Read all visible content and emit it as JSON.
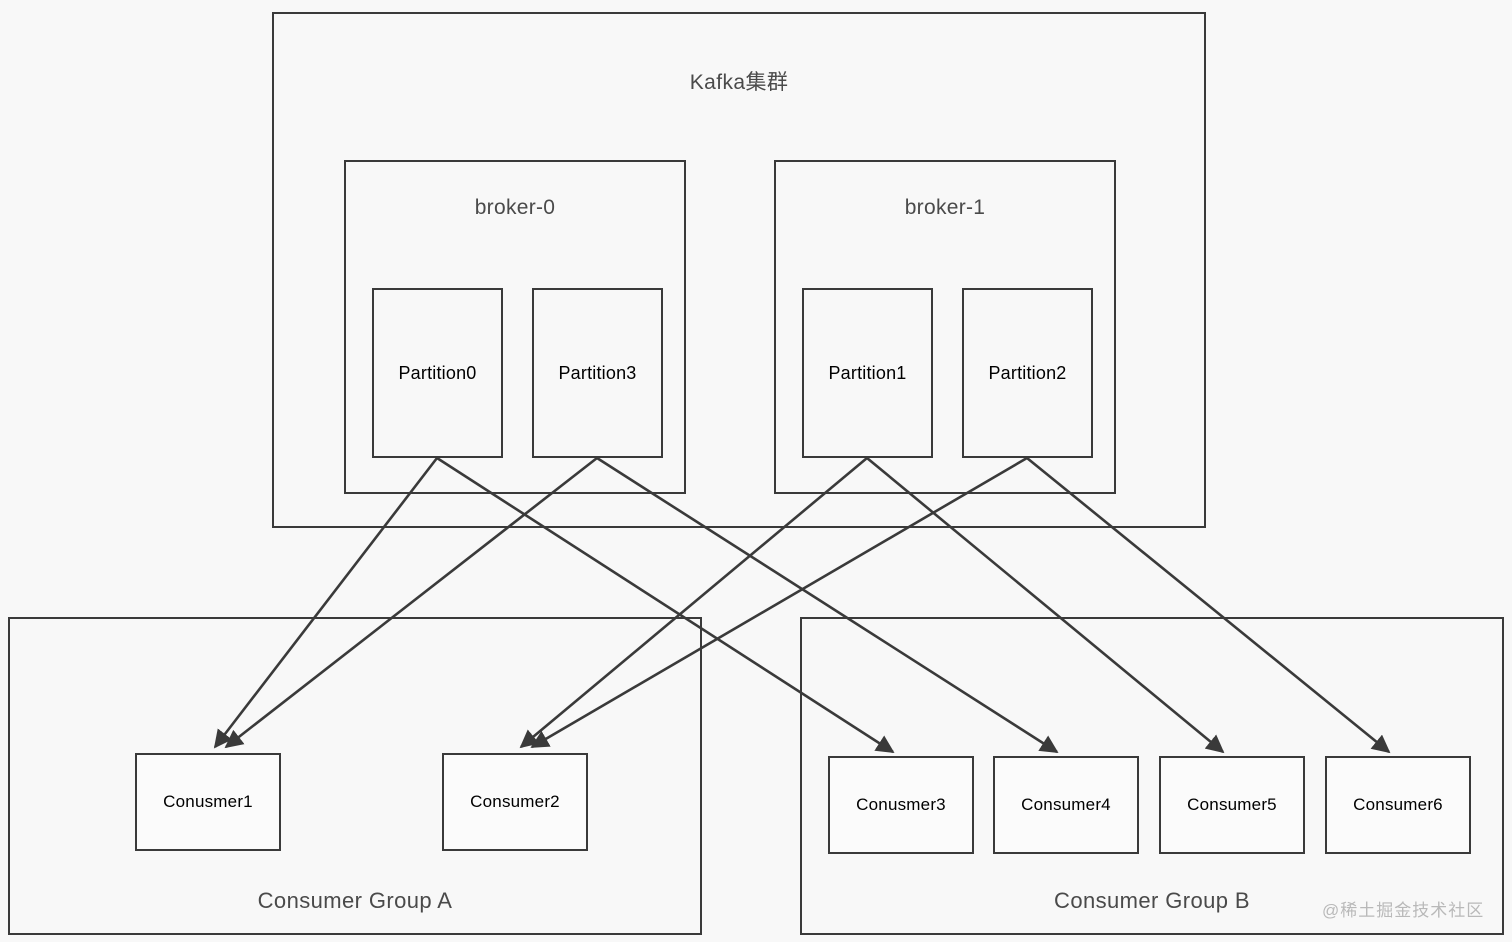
{
  "diagram": {
    "background_color": "#f8f8f8",
    "stroke_color": "#3a3a3a",
    "text_color": "#4a4a4a",
    "title": "Kafka集群"
  },
  "cluster": {
    "label": "Kafka集群",
    "brokers": [
      {
        "label": "broker-0",
        "partitions": [
          {
            "label": "Partition0"
          },
          {
            "label": "Partition3"
          }
        ]
      },
      {
        "label": "broker-1",
        "partitions": [
          {
            "label": "Partition1"
          },
          {
            "label": "Partition2"
          }
        ]
      }
    ]
  },
  "groups": [
    {
      "title": "Consumer Group A",
      "consumers": [
        {
          "label": "Conusmer1"
        },
        {
          "label": "Consumer2"
        }
      ]
    },
    {
      "title": "Consumer Group B",
      "consumers": [
        {
          "label": "Conusmer3"
        },
        {
          "label": "Consumer4"
        },
        {
          "label": "Consumer5"
        },
        {
          "label": "Consumer6"
        }
      ]
    }
  ],
  "connections": [
    {
      "from": "Partition0",
      "to": "Conusmer1"
    },
    {
      "from": "Partition0",
      "to": "Conusmer3"
    },
    {
      "from": "Partition3",
      "to": "Consumer2"
    },
    {
      "from": "Partition3",
      "to": "Conusmer1"
    },
    {
      "from": "Partition1",
      "to": "Consumer2"
    },
    {
      "from": "Partition1",
      "to": "Consumer4"
    },
    {
      "from": "Partition2",
      "to": "Consumer5"
    },
    {
      "from": "Partition2",
      "to": "Consumer6"
    }
  ],
  "watermark": {
    "text": "@稀土掘金技术社区"
  }
}
